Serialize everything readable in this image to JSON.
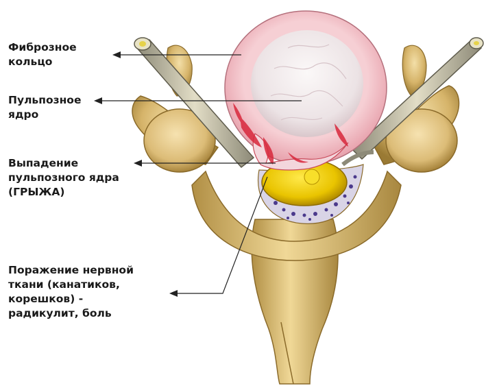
{
  "labels": [
    {
      "id": "fibrous-ring",
      "text": "Фиброзное\nкольцо"
    },
    {
      "id": "nucleus-pulposus",
      "text": "Пульпозное\nядро"
    },
    {
      "id": "herniation",
      "text": "Выпадение\nпульпозного ядра\n(ГРЫЖА)"
    },
    {
      "id": "nerve-damage",
      "text": "Поражение нервной\nткани (канатиков,\nкорешков) -\nрадикулит, боль"
    }
  ],
  "colors": {
    "bone": "#d6b46a",
    "bone_light": "#efd89c",
    "bone_shadow": "#9a7a34",
    "annulus": "#f2bcc3",
    "nucleus": "#eee8ea",
    "inflamed": "#d8283c",
    "nerve": "#e9c400",
    "nerve_root": "#b9b39a",
    "fat": "#4b3a8c",
    "leader": "#222222"
  }
}
